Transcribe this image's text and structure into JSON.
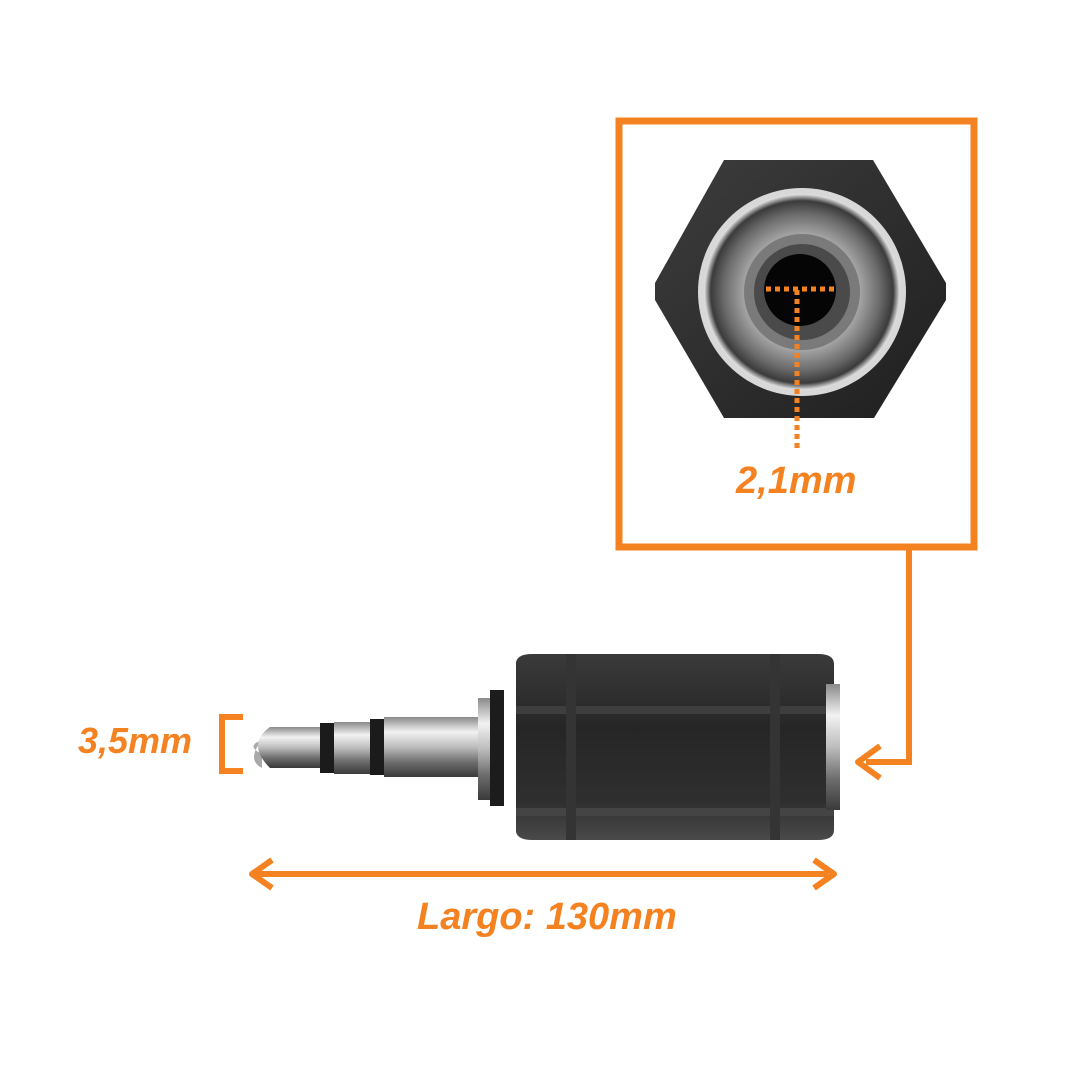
{
  "labels": {
    "hole_diameter": "2,1mm",
    "jack_diameter": "3,5mm",
    "length": "Largo: 130mm"
  },
  "colors": {
    "accent": "#f58220",
    "adapter_body": "#2b2b2b",
    "metal": "#c8c8c8",
    "background": "#ffffff"
  }
}
